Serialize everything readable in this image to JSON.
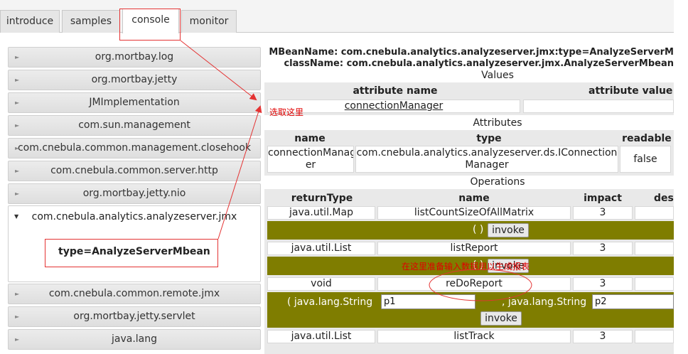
{
  "tabs": [
    {
      "label": "introduce"
    },
    {
      "label": "samples"
    },
    {
      "label": "console"
    },
    {
      "label": "monitor"
    }
  ],
  "sidebar": {
    "items_top": [
      "org.mortbay.log",
      "org.mortbay.jetty",
      "JMImplementation",
      "com.sun.management",
      "com.cnebula.common.management.closehook",
      "com.cnebula.common.server.http",
      "org.mortbay.jetty.nio"
    ],
    "expanded": {
      "label": "com.cnebula.analytics.analyzeserver.jmx",
      "type_label": "type=AnalyzeServerMbean"
    },
    "items_bottom": [
      "com.cnebula.common.remote.jmx",
      "org.mortbay.jetty.servlet",
      "java.lang"
    ]
  },
  "mbean": {
    "name_line": "MBeanName: com.cnebula.analytics.analyzeserver.jmx:type=AnalyzeServerM",
    "class_line": "className: com.cnebula.analytics.analyzeserver.jmx.AnalyzeServerMbean"
  },
  "values": {
    "caption": "Values",
    "headers": [
      "attribute name",
      "attribute value"
    ],
    "row": {
      "name": "connectionManager "
    }
  },
  "attributes": {
    "caption": "Attributes",
    "headers": [
      "name",
      "type",
      "readable"
    ],
    "row": {
      "name": "connectionManag\ner",
      "type": "com.cnebula.analytics.analyzeserver.ds.IConnection\nManager",
      "readable": "false"
    }
  },
  "operations": {
    "caption": "Operations",
    "headers": [
      "returnType",
      "name",
      "impact",
      "des"
    ],
    "rows": [
      {
        "returnType": "java.util.Map",
        "name": "listCountSizeOfAllMatrix",
        "impact": "3"
      },
      {
        "returnType": "java.util.List",
        "name": "listReport",
        "impact": "3"
      },
      {
        "returnType": "void",
        "name": "reDoReport",
        "impact": "3"
      },
      {
        "returnType": "java.util.List",
        "name": "listTrack",
        "impact": "3"
      }
    ],
    "invoke_label": "invoke",
    "empty_params": "( )",
    "param_type_1": "( java.lang.String",
    "param_type_2": ", java.lang.String",
    "p1": "p1",
    "p2": "p2"
  },
  "annotations": {
    "select_here": "选取这里",
    "input_note": "在这里准备输入数据用以生成报表"
  },
  "colors": {
    "invoke_bar": "#7f7d00",
    "annotation": "#e00000"
  }
}
